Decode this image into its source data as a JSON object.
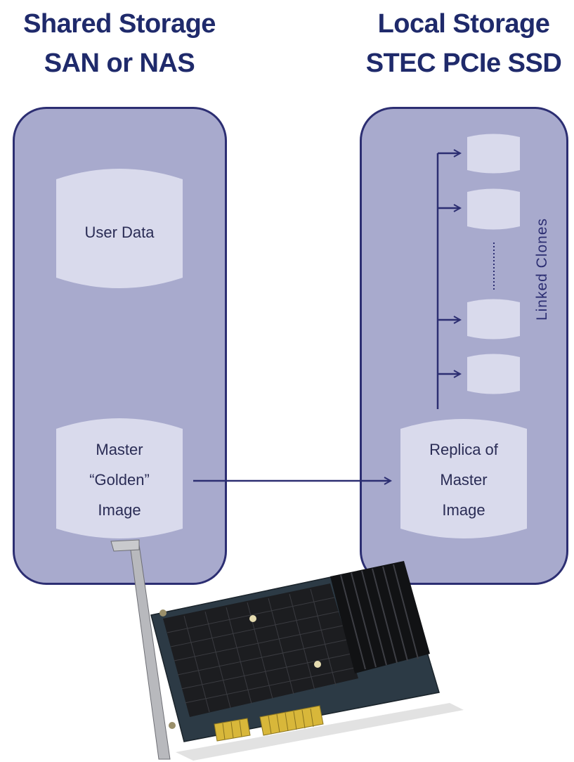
{
  "titles": {
    "left_line1": "Shared Storage",
    "left_line2": "SAN or NAS",
    "right_line1": "Local Storage",
    "right_line2": "STEC PCIe SSD"
  },
  "cylinders": {
    "user_data": "User Data",
    "master_line1": "Master",
    "master_line2": "“Golden”",
    "master_line3": "Image",
    "replica_line1": "Replica of",
    "replica_line2": "Master",
    "replica_line3": "Image"
  },
  "linked_clones_label": "Linked Clones",
  "colors": {
    "title": "#1f2a6b",
    "panel_fill": "#a8aacd",
    "panel_border": "#2c2e72",
    "cylinder": "#d9daec",
    "arrow": "#2c2e72"
  }
}
